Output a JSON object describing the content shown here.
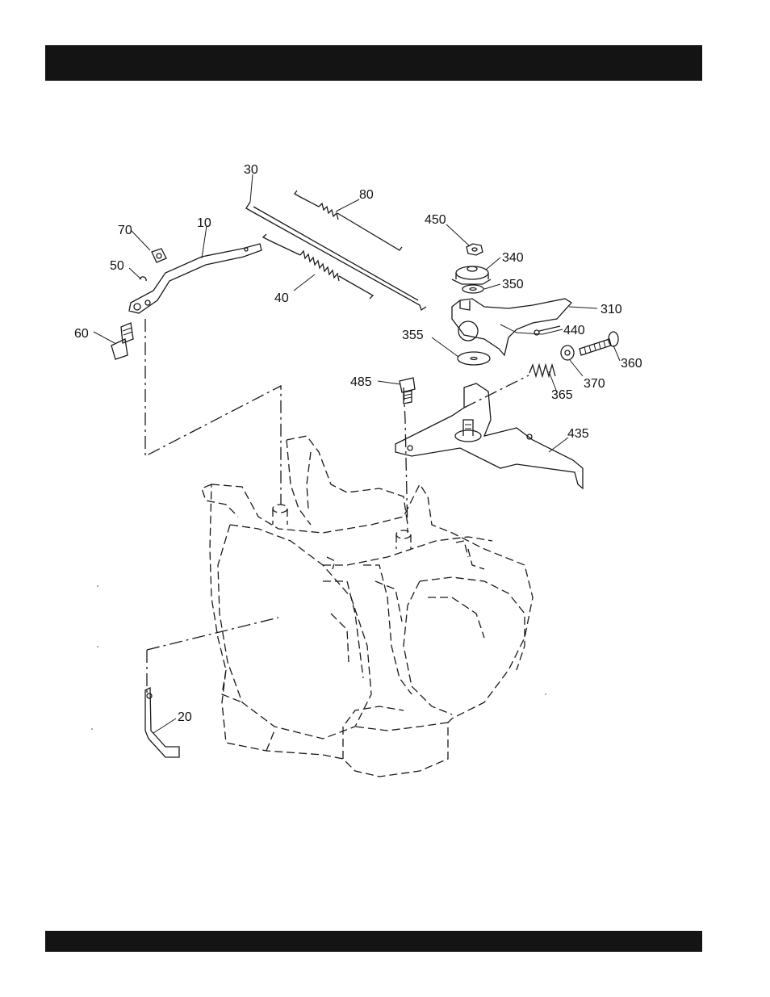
{
  "header_bar": {
    "text": ""
  },
  "footer_bar": {
    "text": ""
  },
  "callouts": {
    "c10": "10",
    "c20": "20",
    "c30": "30",
    "c40": "40",
    "c50": "50",
    "c60": "60",
    "c70": "70",
    "c80": "80",
    "c310": "310",
    "c340": "340",
    "c350": "350",
    "c355": "355",
    "c360": "360",
    "c365": "365",
    "c370": "370",
    "c435": "435",
    "c440": "440",
    "c450": "450",
    "c485": "485"
  }
}
